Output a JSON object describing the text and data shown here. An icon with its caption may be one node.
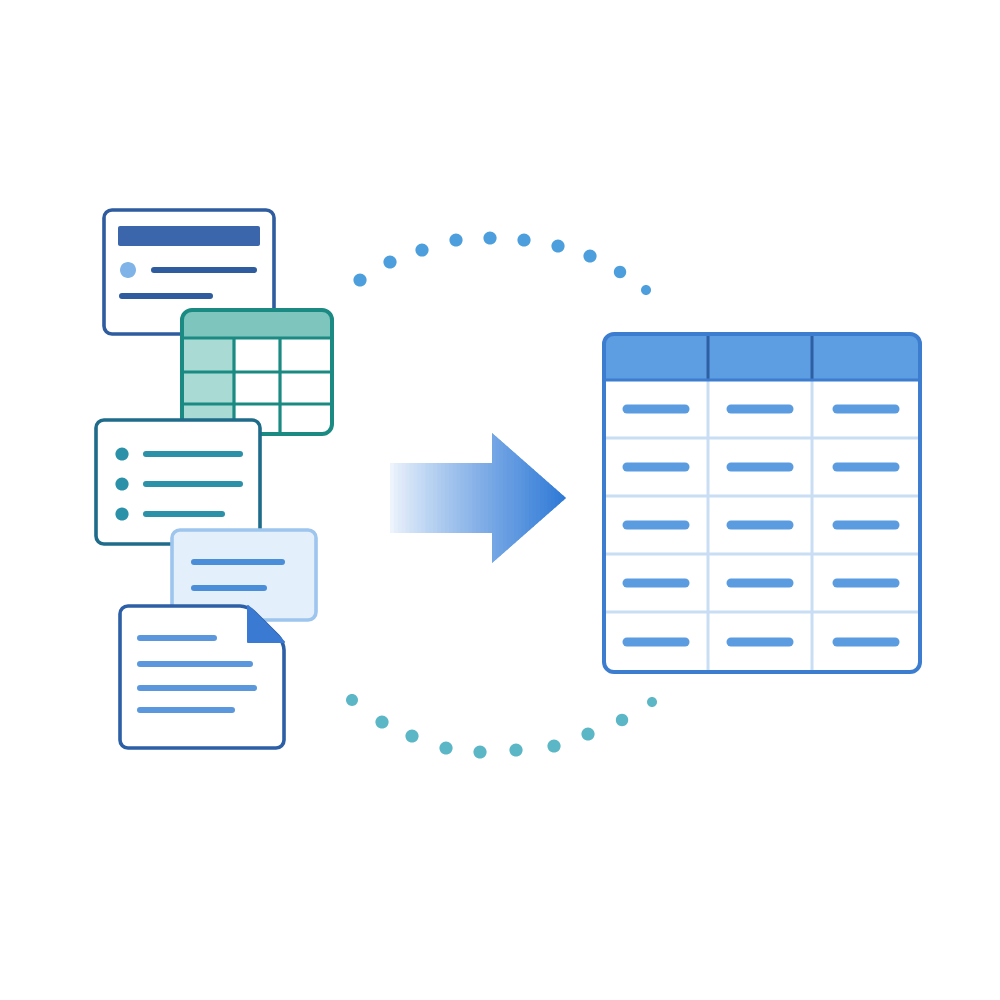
{
  "diagram": {
    "nodes": [
      {
        "text": [],
        "shape": "box"
      },
      {
        "text": [],
        "shape": "table"
      },
      {
        "text": [],
        "shape": "box"
      },
      {
        "text": [],
        "shape": "box"
      },
      {
        "text": [],
        "shape": "document"
      },
      {
        "text": [],
        "shape": "table"
      }
    ],
    "edges": [
      {
        "from": null,
        "to": 5,
        "arrow": "to"
      }
    ]
  }
}
